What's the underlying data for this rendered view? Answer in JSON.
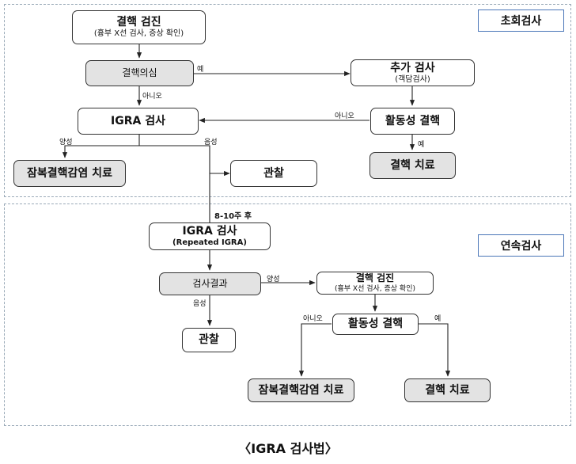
{
  "sections": {
    "initial": {
      "label": "초회검사"
    },
    "serial": {
      "label": "연속검사"
    }
  },
  "nodes": {
    "tb_screen_1": {
      "title": "결핵 검진",
      "sub": "(흉부 X선 검사, 증상 확인)"
    },
    "tb_suspect": {
      "title": "결핵의심"
    },
    "extra_test": {
      "title": "추가 검사",
      "sub": "(객담검사)"
    },
    "igra_1": {
      "title": "IGRA 검사"
    },
    "active_tb_1": {
      "title": "활동성 결핵"
    },
    "ltbi_tx_1": {
      "title": "잠복결핵감염 치료"
    },
    "observe_1": {
      "title": "관찰"
    },
    "tb_tx_1": {
      "title": "결핵 치료"
    },
    "igra_2": {
      "title": "IGRA 검사",
      "sub": "(Repeated IGRA)"
    },
    "test_result": {
      "title": "검사결과"
    },
    "tb_screen_2": {
      "title": "결핵 검진",
      "sub": "(흉부 X선 검사, 증상 확인)"
    },
    "active_tb_2": {
      "title": "활동성 결핵"
    },
    "observe_2": {
      "title": "관찰"
    },
    "ltbi_tx_2": {
      "title": "잠복결핵감염 치료"
    },
    "tb_tx_2": {
      "title": "결핵 치료"
    }
  },
  "edge_labels": {
    "yes_1": "예",
    "no_1": "아니오",
    "no_2": "아니오",
    "yes_2": "예",
    "positive_1": "양성",
    "negative_1": "음성",
    "weeks_later": "8-10주 후",
    "positive_2": "양성",
    "negative_2": "음성",
    "no_3": "아니오",
    "yes_3": "예"
  },
  "caption": "〈IGRA  검사법〉"
}
